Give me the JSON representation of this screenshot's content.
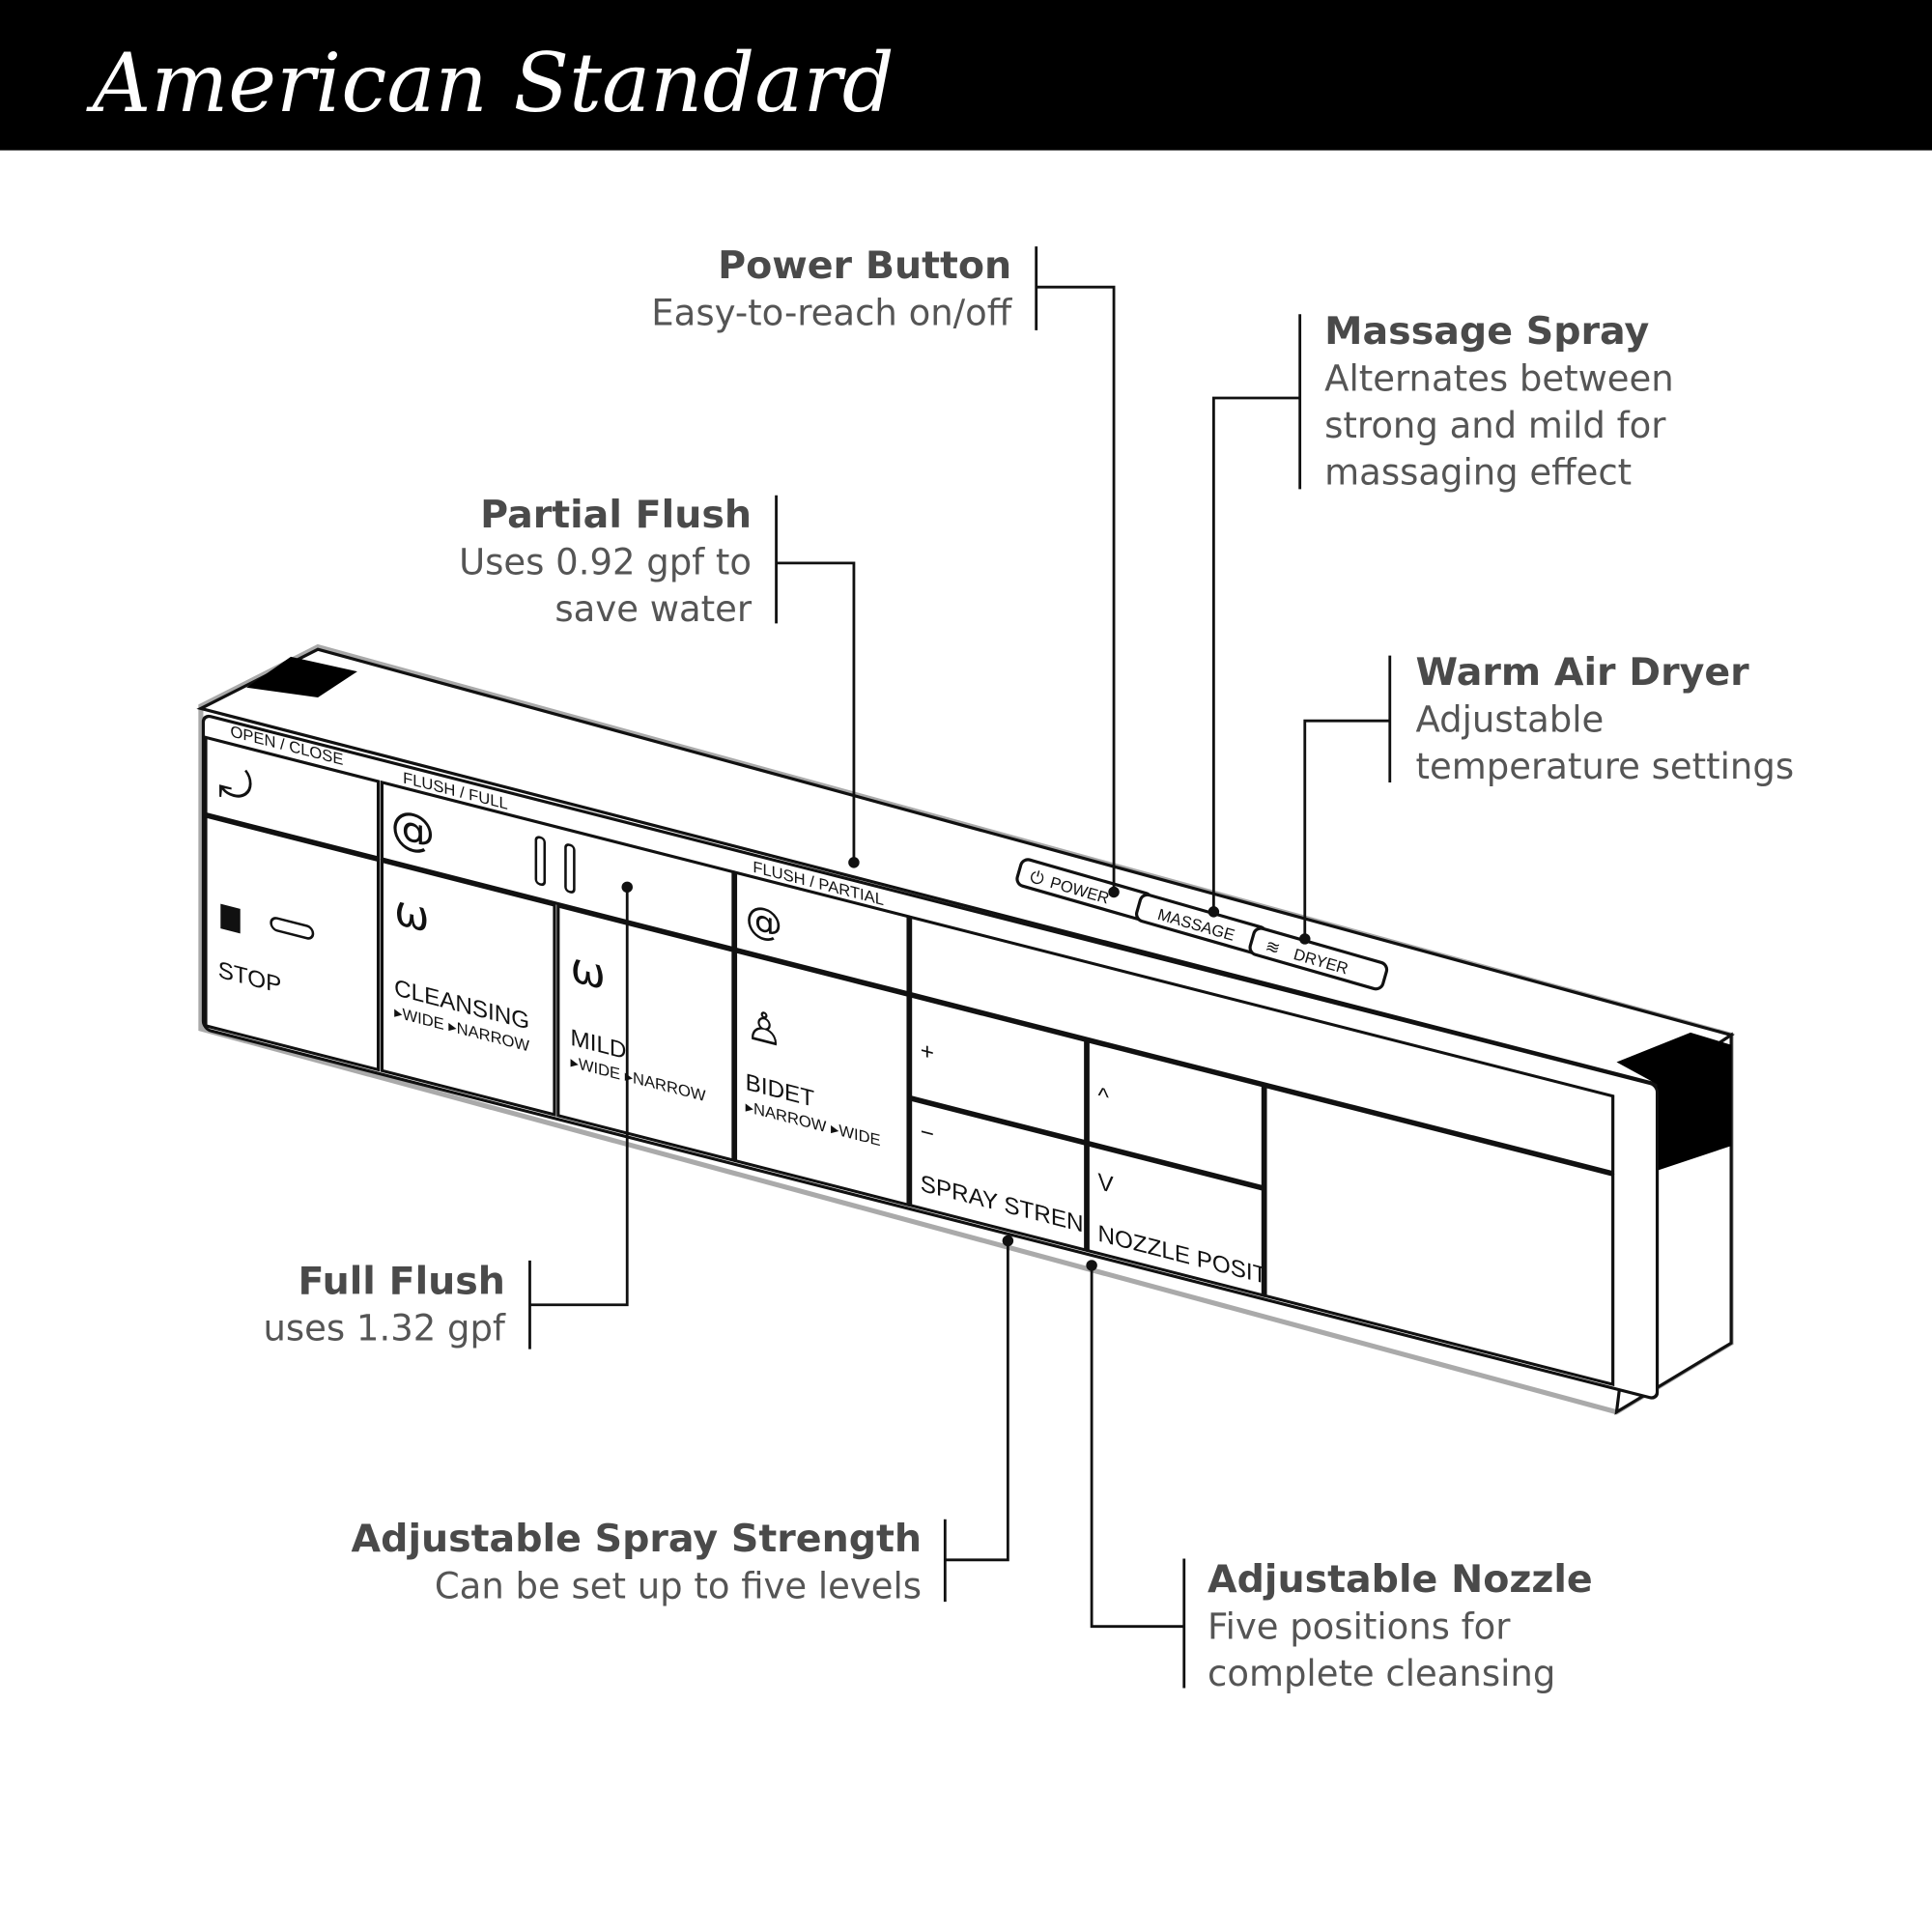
{
  "header": {
    "brand": "American Standard"
  },
  "panel": {
    "open_close": "OPEN / CLOSE",
    "flush_full": "FLUSH / FULL",
    "flush_partial": "FLUSH / PARTIAL",
    "stop": "STOP",
    "cleansing": "CLEANSING",
    "cleansing_sub": "▸WIDE ▸NARROW",
    "mild": "MILD",
    "mild_sub": "▸WIDE ▸NARROW",
    "bidet": "BIDET",
    "bidet_sub": "▸NARROW ▸WIDE",
    "plus": "+",
    "minus": "−",
    "spray_strength": "SPRAY STRENGTH",
    "up": "^",
    "down": "V",
    "nozzle_position": "NOZZLE POSITION",
    "power": "POWER",
    "massage": "MASSAGE",
    "dryer": "DRYER"
  },
  "callouts": {
    "power": {
      "title": "Power Button",
      "lines": [
        "Easy-to-reach on/off"
      ]
    },
    "massage": {
      "title": "Massage Spray",
      "lines": [
        "Alternates between",
        "strong and mild for",
        "massaging effect"
      ]
    },
    "partial": {
      "title": "Partial Flush",
      "lines": [
        "Uses 0.92 gpf to",
        "save water"
      ]
    },
    "dryer": {
      "title": "Warm Air Dryer",
      "lines": [
        "Adjustable",
        "temperature settings"
      ]
    },
    "full": {
      "title": "Full Flush",
      "lines": [
        "uses 1.32 gpf"
      ]
    },
    "spray": {
      "title": "Adjustable Spray Strength",
      "lines": [
        "Can be set up to five levels"
      ]
    },
    "nozzle": {
      "title": "Adjustable Nozzle",
      "lines": [
        "Five positions for",
        "complete cleansing"
      ]
    }
  }
}
